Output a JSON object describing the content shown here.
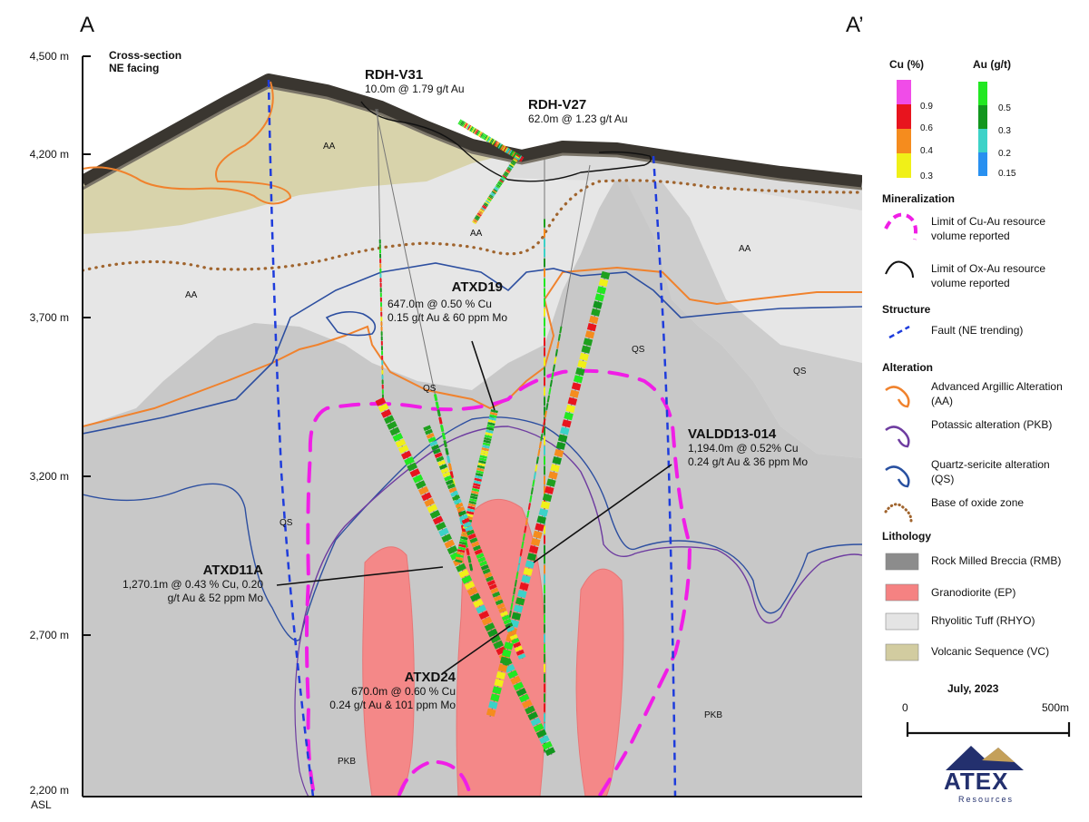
{
  "section": {
    "corner_left": "A",
    "corner_right": "A’",
    "header_line1": "Cross-section",
    "header_line2": "NE facing",
    "elevations": [
      "4,500 m",
      "4,200 m",
      "3,700 m",
      "3,200 m",
      "2,700 m",
      "2,200 m"
    ],
    "elevation_suffix": "ASL"
  },
  "drill_holes": [
    {
      "name": "RDH-V31",
      "lines": [
        "10.0m @ 1.79 g/t Au"
      ]
    },
    {
      "name": "RDH-V27",
      "lines": [
        "62.0m @ 1.23 g/t Au"
      ]
    },
    {
      "name": "ATXD19",
      "lines": [
        "647.0m @ 0.50 % Cu",
        "0.15 g/t Au & 60 ppm Mo"
      ]
    },
    {
      "name": "VALDD13-014",
      "lines": [
        "1,194.0m @ 0.52% Cu",
        "0.24 g/t Au & 36 ppm Mo"
      ]
    },
    {
      "name": "ATXD11A",
      "lines": [
        "1,270.1m @ 0.43 % Cu, 0.20",
        "g/t Au & 52 ppm Mo"
      ]
    },
    {
      "name": "ATXD24",
      "lines": [
        "670.0m @ 0.60 % Cu",
        "0.24 g/t Au & 101 ppm Mo"
      ]
    }
  ],
  "region_labels": [
    "AA",
    "AA",
    "AA",
    "AA",
    "QS",
    "QS",
    "QS",
    "QS",
    "PKB",
    "PKB"
  ],
  "legend": {
    "cu_title": "Cu (%)",
    "cu_ticks": [
      "0.9",
      "0.6",
      "0.4",
      "0.3"
    ],
    "cu_colors": [
      "#f04ce8",
      "#e8141e",
      "#f58c1e",
      "#f0f018"
    ],
    "au_title": "Au (g/t)",
    "au_ticks": [
      "0.5",
      "0.3",
      "0.2",
      "0.15"
    ],
    "au_colors": [
      "#22e822",
      "#12961e",
      "#3cd2c8",
      "#2890f0"
    ],
    "mineralization_title": "Mineralization",
    "mineralization_items": [
      "Limit of Cu-Au resource volume reported",
      "Limit of Ox-Au resource volume reported"
    ],
    "structure_title": "Structure",
    "structure_items": [
      "Fault (NE trending)"
    ],
    "alteration_title": "Alteration",
    "alteration_items": [
      "Advanced Argillic Alteration (AA)",
      "Potassic alteration (PKB)",
      "Quartz-sericite alteration (QS)",
      "Base of oxide zone"
    ],
    "lithology_title": "Lithology",
    "lithology_items": [
      "Rock Milled Breccia (RMB)",
      "Granodiorite (EP)",
      "Rhyolitic Tuff (RHYO)",
      "Volcanic Sequence (VC)"
    ],
    "colors": {
      "cu_au_limit": "#f01ee6",
      "ox_au_limit": "#111111",
      "fault": "#1e3cdc",
      "aa": "#f0822d",
      "pkb": "#6e3ca0",
      "qs": "#2850a0",
      "oxide": "#a0642d",
      "rmb": "#8c8c8c",
      "ep": "#f58282",
      "rhyo": "#e4e4e4",
      "vc": "#d2cca0"
    }
  },
  "scale": {
    "date": "July, 2023",
    "left_label": "0",
    "right_label": "500m"
  },
  "logo": {
    "name": "ATEX",
    "tagline": "Resources"
  }
}
